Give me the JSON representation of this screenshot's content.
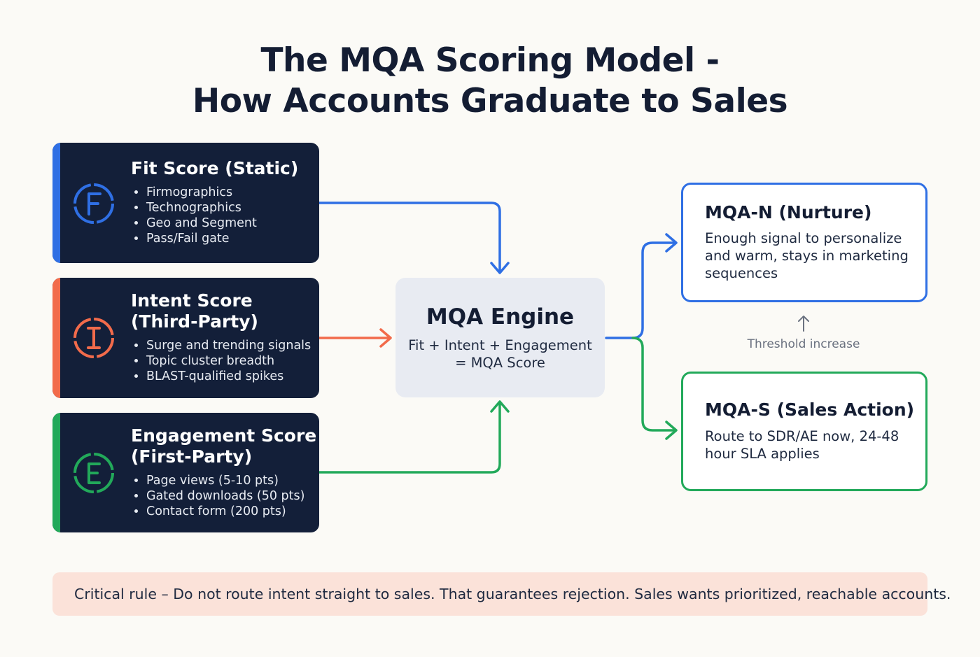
{
  "title": {
    "line1": "The MQA Scoring Model -",
    "line2": "How Accounts Graduate to Sales"
  },
  "score_cards": {
    "fit": {
      "title": "Fit Score (Static)",
      "icon_letter": "F",
      "icon": "fit-score-icon",
      "color": "#2f6fe4",
      "items": [
        "Firmographics",
        "Technographics",
        "Geo and Segment",
        "Pass/Fail gate"
      ]
    },
    "intent": {
      "title_line1": "Intent Score",
      "title_line2": "(Third-Party)",
      "icon_letter": "I",
      "icon": "intent-score-icon",
      "color": "#f26b4b",
      "items": [
        "Surge and trending signals",
        "Topic cluster breadth",
        "BLAST-qualified spikes"
      ]
    },
    "engagement": {
      "title_line1": "Engagement Score",
      "title_line2": "(First-Party)",
      "icon_letter": "E",
      "icon": "engagement-score-icon",
      "color": "#22a95a",
      "items": [
        "Page views (5-10 pts)",
        "Gated downloads (50 pts)",
        "Contact form (200 pts)"
      ]
    }
  },
  "engine": {
    "title": "MQA Engine",
    "formula_line1": "Fit + Intent + Engagement",
    "formula_line2": "= MQA Score"
  },
  "outcomes": {
    "nurture": {
      "title": "MQA-N (Nurture)",
      "description": "Enough signal to personalize and warm, stays in marketing sequences",
      "color": "#2f6fe4"
    },
    "sales": {
      "title": "MQA-S (Sales Action)",
      "description": "Route to SDR/AE now, 24-48 hour SLA applies",
      "color": "#22a95a"
    }
  },
  "threshold": {
    "label": "Threshold increase",
    "icon": "arrow-up-icon"
  },
  "rule": {
    "text": "Critical rule – Do not route intent straight to sales. That guarantees rejection. Sales wants prioritized, reachable accounts.",
    "background": "#fbe2d9"
  }
}
